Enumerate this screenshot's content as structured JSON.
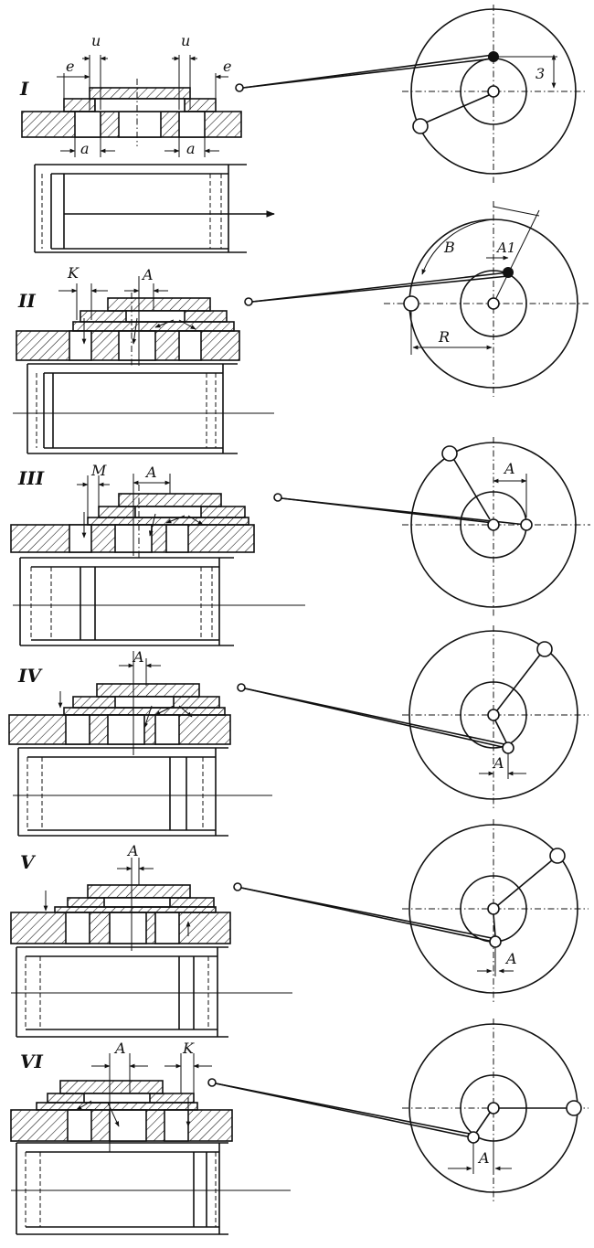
{
  "stages": [
    {
      "numeral": "I",
      "labels": [
        "e",
        "u",
        "u",
        "e",
        "a",
        "a",
        "3"
      ]
    },
    {
      "numeral": "II",
      "labels": [
        "K",
        "A",
        "B",
        "A1",
        "R"
      ]
    },
    {
      "numeral": "III",
      "labels": [
        "M",
        "A",
        "A"
      ]
    },
    {
      "numeral": "IV",
      "labels": [
        "A",
        "A"
      ]
    },
    {
      "numeral": "V",
      "labels": [
        "A",
        "A"
      ]
    },
    {
      "numeral": "VI",
      "labels": [
        "A",
        "K",
        "A"
      ]
    }
  ],
  "colors": {
    "ink": "#111111",
    "paper": "#ffffff"
  }
}
